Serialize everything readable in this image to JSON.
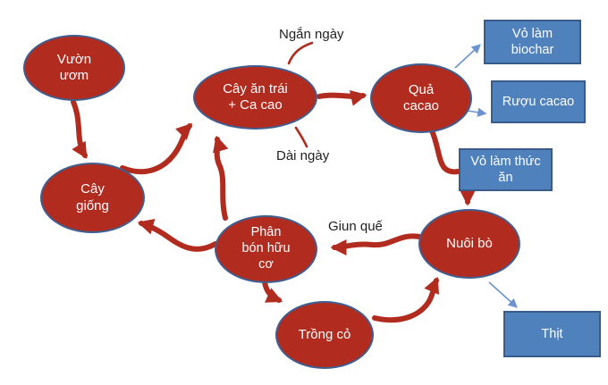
{
  "diagram": {
    "nodes": [
      {
        "id": "vuon-uom",
        "label": "Vườn\nươm"
      },
      {
        "id": "cay-giong",
        "label": "Cây\ngiống"
      },
      {
        "id": "cay-an-trai-cacao",
        "label": "Cây ăn trái\n+ Ca cao"
      },
      {
        "id": "qua-cacao",
        "label": "Quả\ncacao"
      },
      {
        "id": "phan-bon-huu-co",
        "label": "Phân\nbón hữu\ncơ"
      },
      {
        "id": "nuoi-bo",
        "label": "Nuôi bò"
      },
      {
        "id": "trong-co",
        "label": "Trồng cỏ"
      }
    ],
    "products": [
      {
        "id": "vo-lam-biochar",
        "label": "Vỏ làm\nbiochar"
      },
      {
        "id": "ruou-cacao",
        "label": "Rượu cacao"
      },
      {
        "id": "vo-lam-thuc-an",
        "label": "Vỏ làm thức\năn"
      },
      {
        "id": "thit",
        "label": "Thịt"
      }
    ],
    "edge_labels": [
      {
        "id": "ngan-ngay",
        "label": "Ngắn ngày"
      },
      {
        "id": "dai-ngay",
        "label": "Dài ngày"
      },
      {
        "id": "giun-que",
        "label": "Giun quế"
      }
    ],
    "colors": {
      "node_fill": "#b12b1f",
      "node_border": "#3f5f91",
      "product_fill": "#4f81bd",
      "product_border": "#385d8a",
      "arrow_red": "#b12b1f",
      "arrow_blue": "#6a93cf",
      "shape_text": "#ffffff",
      "label_text": "#1f1f1f"
    }
  }
}
